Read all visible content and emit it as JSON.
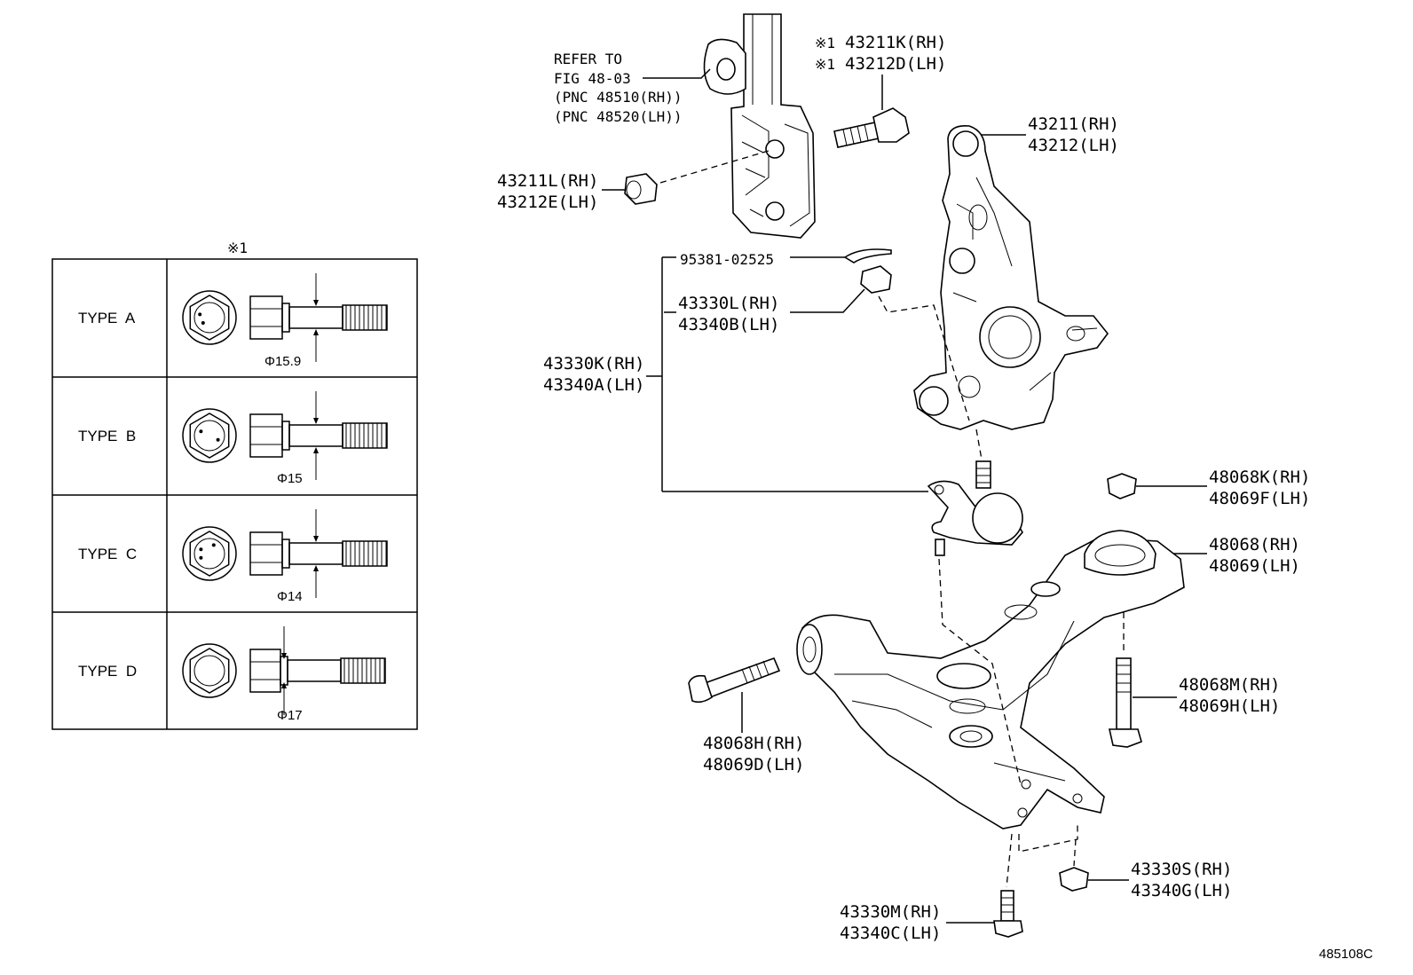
{
  "table": {
    "note_mark": "※1",
    "rows": [
      {
        "type": "TYPE  A",
        "dim": "Φ15.9"
      },
      {
        "type": "TYPE  B",
        "dim": "Φ15"
      },
      {
        "type": "TYPE  C",
        "dim": "Φ14"
      },
      {
        "type": "TYPE  D",
        "dim": "Φ17"
      }
    ]
  },
  "labels": {
    "refer": [
      "REFER TO",
      "FIG 48-03",
      "(PNC 48510(RH))",
      "(PNC 48520(LH))"
    ],
    "bolt_top": {
      "mark": "※1",
      "rh": "43211K(RH)",
      "lh": "43212D(LH)"
    },
    "knuckle": {
      "rh": "43211(RH)",
      "lh": "43212(LH)"
    },
    "nut_cam": {
      "rh": "43211L(RH)",
      "lh": "43212E(LH)"
    },
    "cotter_pin": "95381-02525",
    "castle_nut": {
      "rh": "43330L(RH)",
      "lh": "43340B(LH)"
    },
    "ball_joint": {
      "rh": "43330K(RH)",
      "lh": "43340A(LH)"
    },
    "bushing_nut": {
      "rh": "48068K(RH)",
      "lh": "48069F(LH)"
    },
    "lower_arm": {
      "rh": "48068(RH)",
      "lh": "48069(LH)"
    },
    "rear_bolt": {
      "rh": "48068M(RH)",
      "lh": "48069H(LH)"
    },
    "front_bolt": {
      "rh": "48068H(RH)",
      "lh": "48069D(LH)"
    },
    "arm_nut": {
      "rh": "43330S(RH)",
      "lh": "43340G(LH)"
    },
    "arm_bolt": {
      "rh": "43330M(RH)",
      "lh": "43340C(LH)"
    },
    "figure_code": "485108C"
  }
}
